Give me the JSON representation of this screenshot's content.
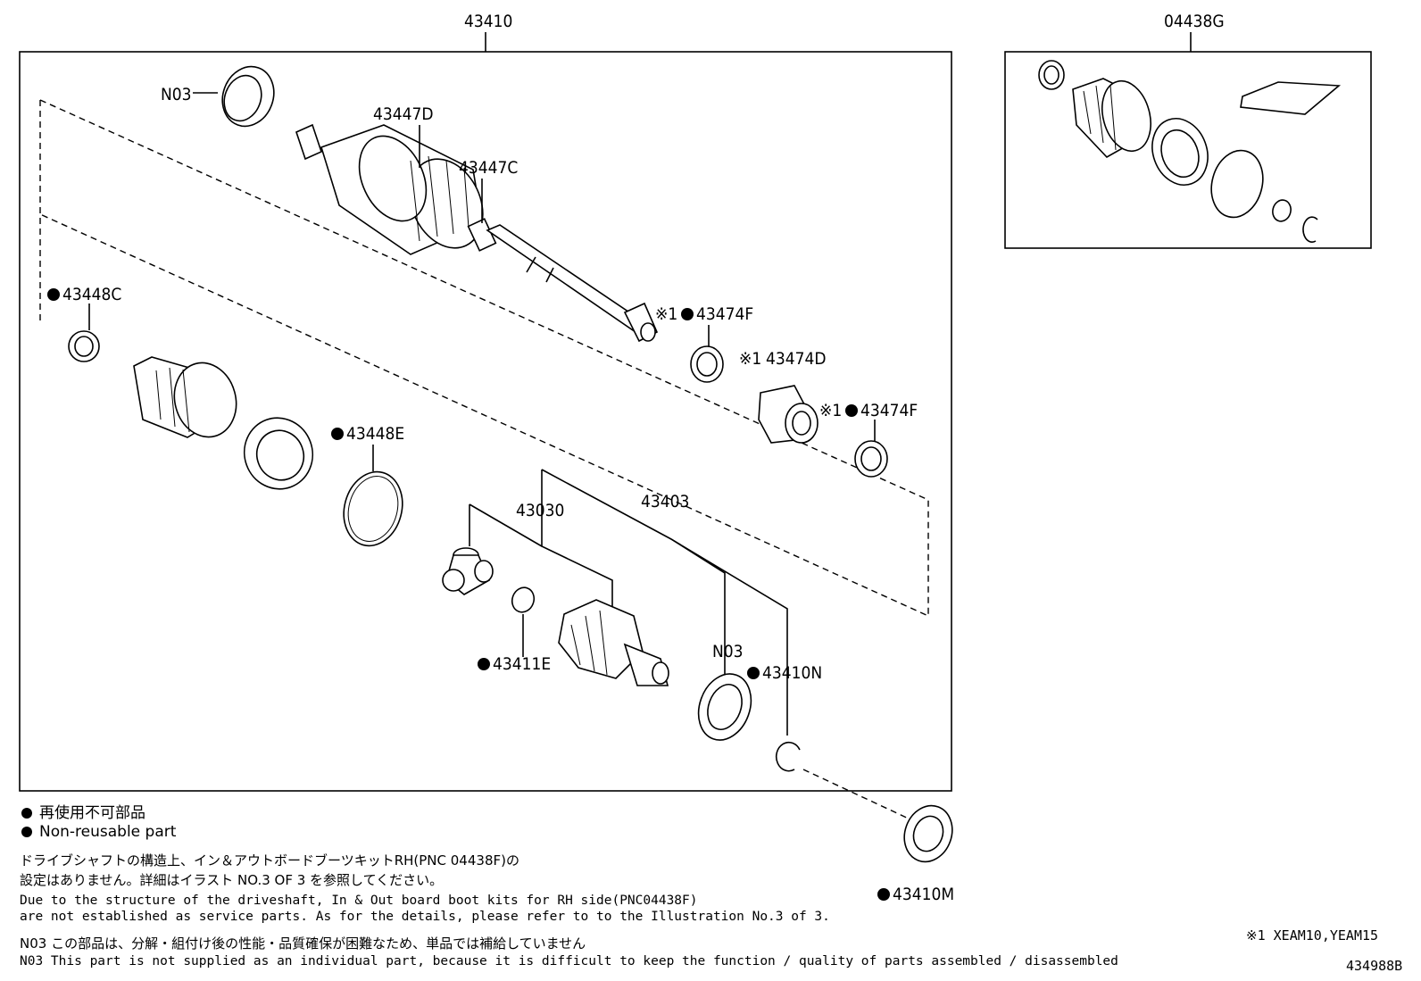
{
  "labels": {
    "l43410": "43410",
    "l04438G": "04438G",
    "lN03a": "N03",
    "l43447D": "43447D",
    "l43447C": "43447C",
    "l43448C": "43448C",
    "l43474F_a": "43474F",
    "l43474D": "43474D",
    "l43474F_b": "43474F",
    "l43448E": "43448E",
    "l43030": "43030",
    "l43403": "43403",
    "l43411E": "43411E",
    "lN03b": "N03",
    "l43410N": "43410N",
    "l43410M": "43410M"
  },
  "marks": {
    "kome1": "※1",
    "kome1b": "※1",
    "kome1c": "※1"
  },
  "legend": {
    "jp": "再使用不可部品",
    "en": "Non-reusable part"
  },
  "notes": {
    "line1": "ドライブシャフトの構造上、イン＆アウトボードブーツキットRH(PNC 04438F)の",
    "line2": "設定はありません。詳細はイラスト NO.3 OF 3 を参照してください。",
    "line3": "Due to the structure of the driveshaft, In & Out board  boot kits for RH side(PNC04438F)",
    "line4": "are not established as service parts. As for the details, please refer to to the Illustration No.3 of 3.",
    "line5": "N03 この部品は、分解・組付け後の性能・品質確保が困難なため、単品では補給していません",
    "line6": "N03 This part is not supplied as an  individual part, because it is difficult to keep the function / quality of parts assembled / disassembled"
  },
  "footnote": "※1 XEAM10,YEAM15",
  "drawing_number": "434988B"
}
